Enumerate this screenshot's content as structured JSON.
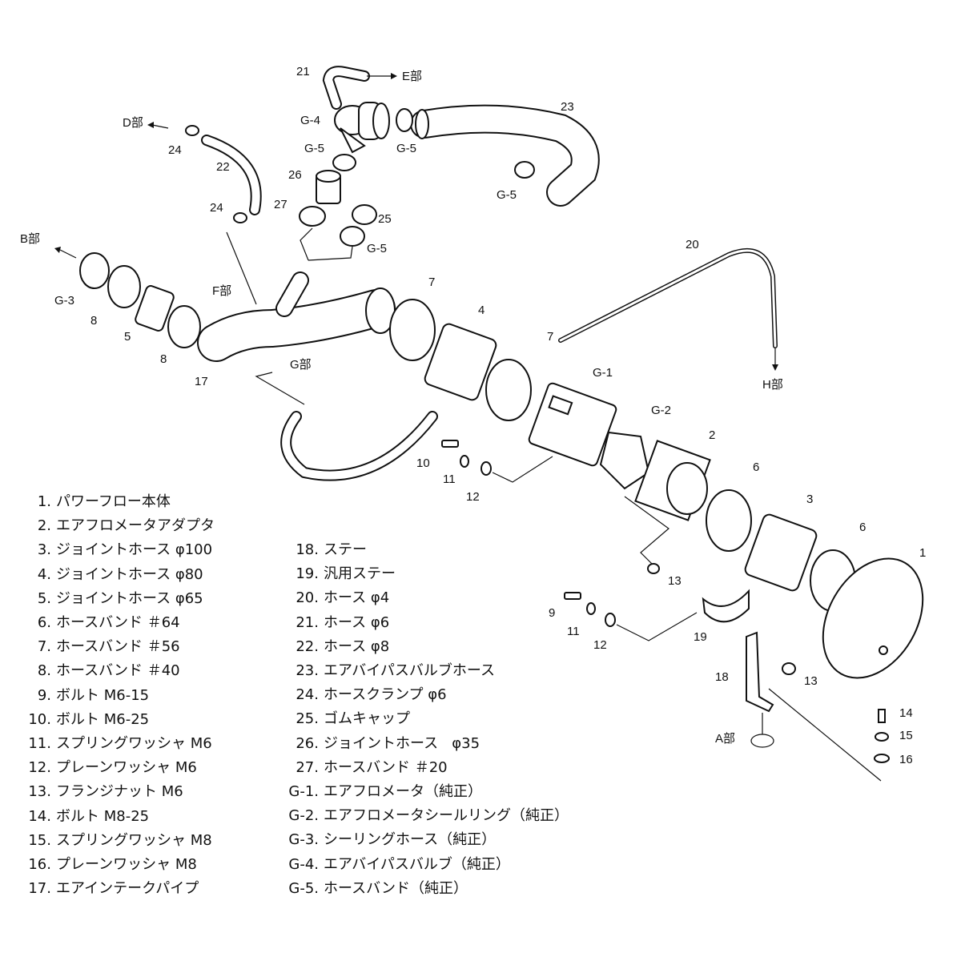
{
  "callouts": [
    "21",
    "E部",
    "D部",
    "24",
    "22",
    "24",
    "G-4",
    "G-5",
    "G-5",
    "23",
    "G-5",
    "26",
    "27",
    "25",
    "G-5",
    "B部",
    "G-3",
    "8",
    "5",
    "8",
    "17",
    "F部",
    "G部",
    "7",
    "4",
    "7",
    "20",
    "G-1",
    "H部",
    "G-2",
    "2",
    "10",
    "11",
    "12",
    "6",
    "3",
    "6",
    "1",
    "13",
    "9",
    "11",
    "12",
    "19",
    "18",
    "13",
    "A部",
    "14",
    "15",
    "16"
  ],
  "parts_left": [
    {
      "no": "1.",
      "name": "パワーフロー本体"
    },
    {
      "no": "2.",
      "name": "エアフロメータアダプタ"
    },
    {
      "no": "3.",
      "name": "ジョイントホース φ100"
    },
    {
      "no": "4.",
      "name": "ジョイントホース φ80"
    },
    {
      "no": "5.",
      "name": "ジョイントホース φ65"
    },
    {
      "no": "6.",
      "name": "ホースバンド ＃64"
    },
    {
      "no": "7.",
      "name": "ホースバンド ＃56"
    },
    {
      "no": "8.",
      "name": "ホースバンド ＃40"
    },
    {
      "no": "9.",
      "name": "ボルト M6-15"
    },
    {
      "no": "10.",
      "name": "ボルト M6-25"
    },
    {
      "no": "11.",
      "name": "スプリングワッシャ M6"
    },
    {
      "no": "12.",
      "name": "プレーンワッシャ M6"
    },
    {
      "no": "13.",
      "name": "フランジナット M6"
    },
    {
      "no": "14.",
      "name": "ボルト M8-25"
    },
    {
      "no": "15.",
      "name": "スプリングワッシャ M8"
    },
    {
      "no": "16.",
      "name": "プレーンワッシャ M8"
    },
    {
      "no": "17.",
      "name": "エアインテークパイプ"
    }
  ],
  "parts_right": [
    {
      "no": "18.",
      "name": "ステー"
    },
    {
      "no": "19.",
      "name": "汎用ステー"
    },
    {
      "no": "20.",
      "name": "ホース φ4"
    },
    {
      "no": "21.",
      "name": "ホース φ6"
    },
    {
      "no": "22.",
      "name": "ホース φ8"
    },
    {
      "no": "23.",
      "name": "エアバイパスバルブホース"
    },
    {
      "no": "24.",
      "name": "ホースクランプ φ6"
    },
    {
      "no": "25.",
      "name": "ゴムキャップ"
    },
    {
      "no": "26.",
      "name": "ジョイントホース   φ35"
    },
    {
      "no": "27.",
      "name": "ホースバンド ＃20"
    },
    {
      "no": "G-1.",
      "name": "エアフロメータ（純正）"
    },
    {
      "no": "G-2.",
      "name": "エアフロメータシールリング（純正）"
    },
    {
      "no": "G-3.",
      "name": "シーリングホース（純正）"
    },
    {
      "no": "G-4.",
      "name": "エアバイパスバルブ（純正）"
    },
    {
      "no": "G-5.",
      "name": "ホースバンド（純正）"
    }
  ]
}
